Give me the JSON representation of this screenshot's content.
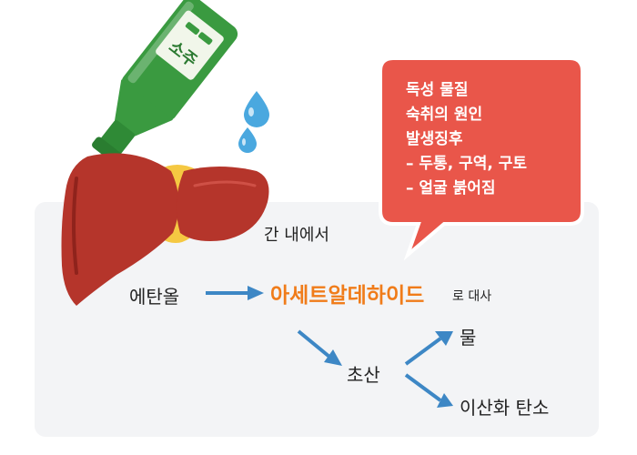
{
  "bottle": {
    "label_text": "소주"
  },
  "bubble": {
    "lines": [
      "독성 물질",
      "숙취의 원인",
      "발생징후",
      "– 두통, 구역, 구토",
      "– 얼굴 붉어짐"
    ]
  },
  "diagram": {
    "title": "간 내에서",
    "ethanol": "에탄올",
    "acetaldehyde": "아세트알데하이드",
    "metabolize_suffix": "로 대사",
    "acetic_acid": "초산",
    "water": "물",
    "carbon_dioxide": "이산화 탄소"
  },
  "colors": {
    "bubble": "#e9564a",
    "acetaldehyde": "#f07c1a",
    "arrow": "#3d87c5",
    "liver": "#b5352b",
    "bottle": "#3a9a40",
    "drop": "#4aa8df"
  }
}
